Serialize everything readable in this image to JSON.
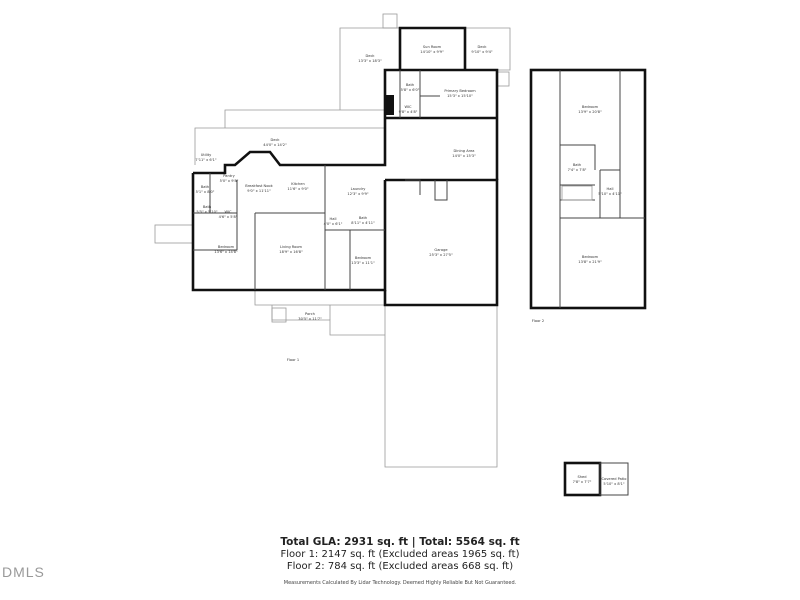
{
  "floor1": {
    "label": "Floor 1",
    "rooms": [
      {
        "name": "Deck",
        "dims": "44'0\" x 14'2\""
      },
      {
        "name": "Utility",
        "dims": "7'11\" x 6'1\""
      },
      {
        "name": "Pantry",
        "dims": "5'0\" x 9'8\""
      },
      {
        "name": "Breakfast Nook",
        "dims": "9'0\" x 11'11\""
      },
      {
        "name": "Kitchen",
        "dims": "11'6\" x 9'0\""
      },
      {
        "name": "Laundry",
        "dims": "12'3\" x 9'9\""
      },
      {
        "name": "Bath",
        "dims": "5'1\" x 8'0\""
      },
      {
        "name": "Bath",
        "dims": "5'5\" x 5'10\""
      },
      {
        "name": "WIC",
        "dims": "4'6\" x 5'8\""
      },
      {
        "name": "Hall",
        "dims": "4'0\" x 6'1\""
      },
      {
        "name": "Bath",
        "dims": "8'11\" x 4'11\""
      },
      {
        "name": "Bedroom",
        "dims": "13'6\" x 14'8\""
      },
      {
        "name": "Living Room",
        "dims": "18'9\" x 16'8\""
      },
      {
        "name": "Bedroom",
        "dims": "13'3\" x 11'1\""
      },
      {
        "name": "Garage",
        "dims": "25'3\" x 27'5\""
      },
      {
        "name": "Porch",
        "dims": "30'5\" x 11'7\""
      },
      {
        "name": "Deck",
        "dims": "13'3\" x 18'3\""
      },
      {
        "name": "Sun Room",
        "dims": "14'10\" x 9'9\""
      },
      {
        "name": "Deck",
        "dims": "9'10\" x 9'4\""
      },
      {
        "name": "Bath",
        "dims": "5'8\" x 6'0\""
      },
      {
        "name": "Primary Bedroom",
        "dims": "15'3\" x 15'10\""
      },
      {
        "name": "WIC",
        "dims": "9'8\" x 4'8\""
      },
      {
        "name": "Dining Area",
        "dims": "14'0\" x 15'3\""
      }
    ]
  },
  "floor2": {
    "label": "Floor 2",
    "rooms": [
      {
        "name": "Bedroom",
        "dims": "13'9\" x 20'8\""
      },
      {
        "name": "Bath",
        "dims": "7'4\" x 7'8\""
      },
      {
        "name": "Bedroom",
        "dims": "13'8\" x 21'9\""
      },
      {
        "name": "Hall",
        "dims": "5'10\" x 4'11\""
      }
    ]
  },
  "outbuilding": {
    "rooms": [
      {
        "name": "Shed",
        "dims": "7'8\" x 7'7\""
      },
      {
        "name": "Covered Patio",
        "dims": "5'10\" x 8'1\""
      }
    ]
  },
  "summary": {
    "total": "Total GLA: 2931 sq. ft | Total: 5564 sq. ft",
    "floor1": "Floor 1: 2147 sq. ft (Excluded areas 1965 sq. ft)",
    "floor2": "Floor 2: 784 sq. ft (Excluded areas 668 sq. ft)",
    "disclaimer": "Measurements Calculated By Lidar Technology. Deemed Highly Reliable But Not Guaranteed."
  },
  "logo": "DMLS"
}
